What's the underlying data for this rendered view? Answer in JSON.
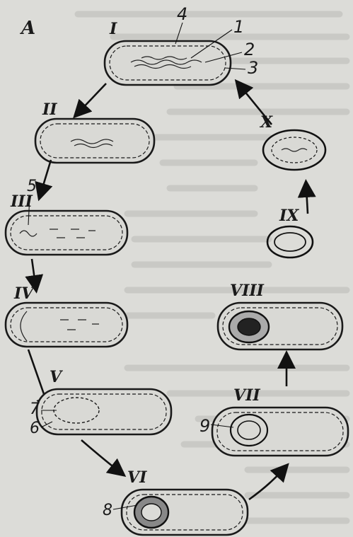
{
  "panel_label": "A",
  "stages": [
    {
      "id": "I",
      "label": "I"
    },
    {
      "id": "II",
      "label": "II"
    },
    {
      "id": "III",
      "label": "III"
    },
    {
      "id": "IV",
      "label": "IV"
    },
    {
      "id": "V",
      "label": "V"
    },
    {
      "id": "VI",
      "label": "VI"
    },
    {
      "id": "VII",
      "label": "VII"
    },
    {
      "id": "VIII",
      "label": "VIII"
    },
    {
      "id": "IX",
      "label": "IX"
    },
    {
      "id": "X",
      "label": "X"
    }
  ],
  "part_numbers": [
    "1",
    "2",
    "3",
    "4",
    "5",
    "6",
    "7",
    "8",
    "9"
  ]
}
